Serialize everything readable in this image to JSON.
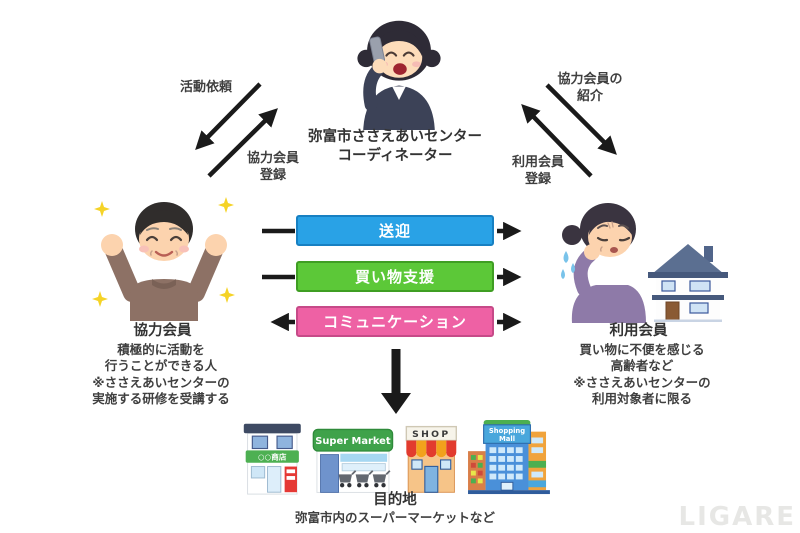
{
  "diagram": {
    "coordinator": {
      "line1": "弥富市ささえあいセンター",
      "line2": "コーディネーター"
    },
    "relations": {
      "activity_request": "活動依頼",
      "supporter_registration_line1": "協力会員",
      "supporter_registration_line2": "登録",
      "supporter_introduction_line1": "協力会員の",
      "supporter_introduction_line2": "紹介",
      "user_registration_line1": "利用会員",
      "user_registration_line2": "登録"
    },
    "supporter": {
      "title": "協力会員",
      "desc": [
        "積極的に活動を",
        "行うことができる人",
        "※ささえあいセンターの",
        "実施する研修を受講する"
      ]
    },
    "user": {
      "title": "利用会員",
      "desc": [
        "買い物に不便を感じる",
        "高齢者など",
        "※ささえあいセンターの",
        "利用対象者に限る"
      ]
    },
    "services": [
      {
        "label": "送迎",
        "color": "#29a2e6",
        "border": "#1780c2",
        "direction": "right"
      },
      {
        "label": "買い物支援",
        "color": "#5cc838",
        "border": "#3f9e23",
        "direction": "right"
      },
      {
        "label": "コミュニケーション",
        "color": "#ee61a4",
        "border": "#c64a88",
        "direction": "both"
      }
    ],
    "destination": {
      "title": "目的地",
      "subtitle": "弥富市内のスーパーマーケットなど",
      "shops": {
        "store_sign": "○○商店",
        "supermarket_sign": "Super Market",
        "shop_sign": "SHOP",
        "mall_sign_line1": "Shopping",
        "mall_sign_line2": "Mall"
      }
    },
    "watermark": "LIGARE",
    "arrow_color": "#1a1a1a"
  }
}
